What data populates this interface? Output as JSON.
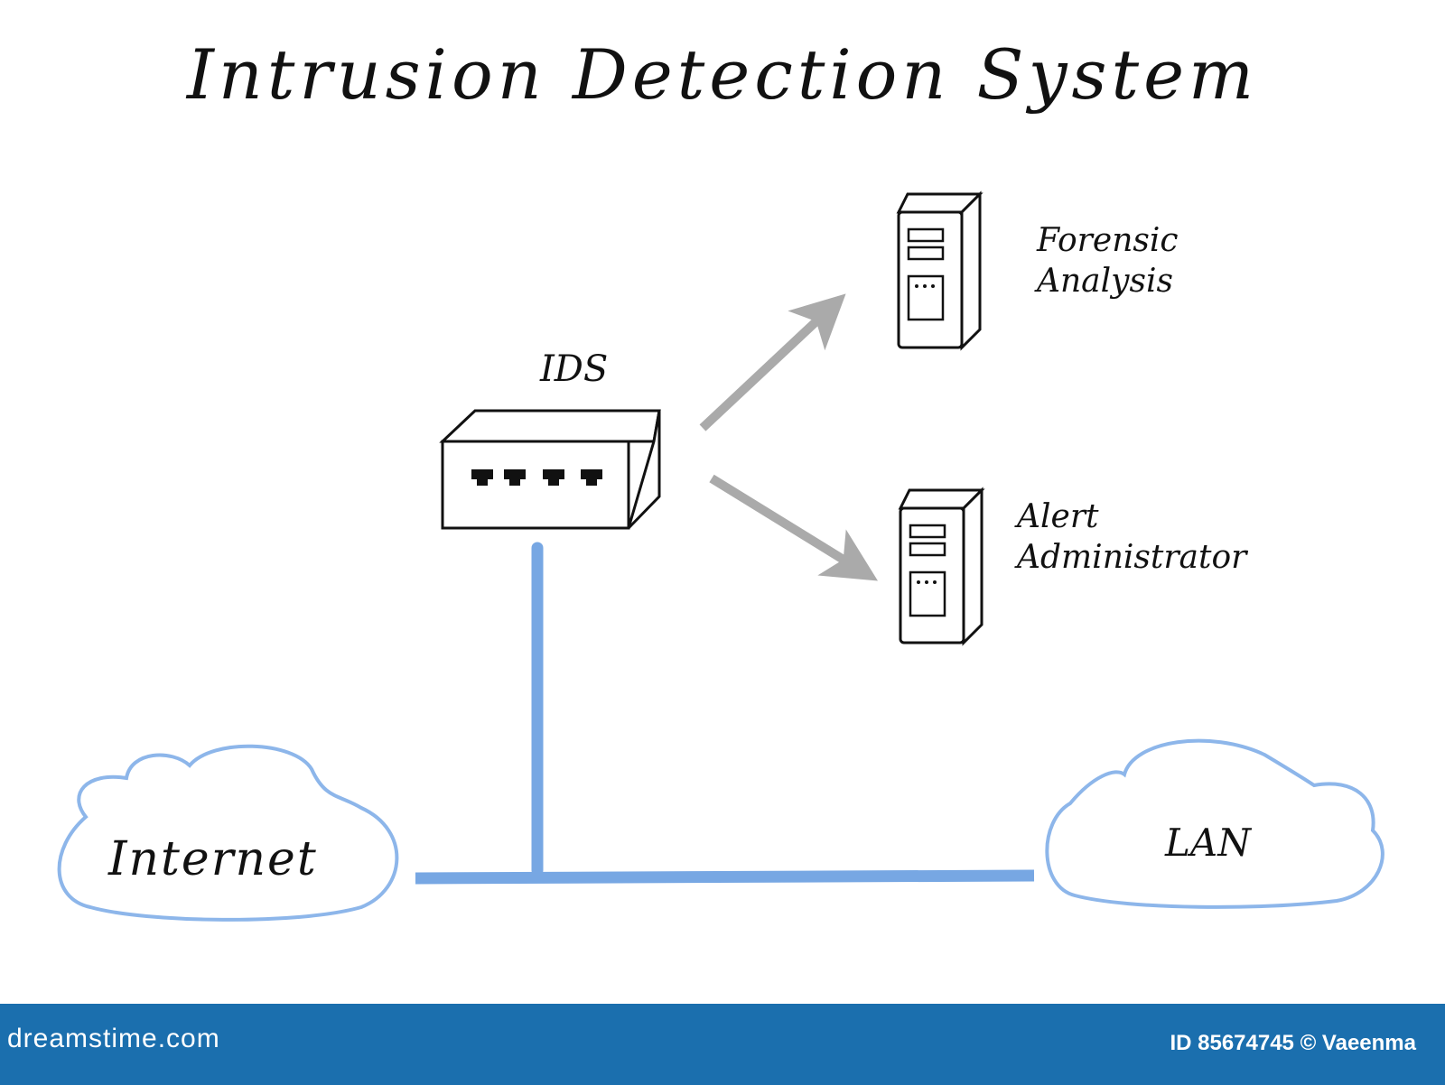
{
  "title": "Intrusion Detection System",
  "nodes": {
    "ids": "IDS",
    "forensic": [
      "Forensic",
      "Analysis"
    ],
    "alert": [
      "Alert",
      "Administrator"
    ],
    "internet": "Internet",
    "lan": "LAN"
  },
  "colors": {
    "link": "#77a7e3",
    "cloud_outline": "#8db6ea",
    "arrow": "#aaaaaa",
    "footer": "#1b6fae"
  },
  "footer": {
    "brand": "dreamstime.com",
    "stock_id": "ID 85674745 © Vaeenma"
  }
}
